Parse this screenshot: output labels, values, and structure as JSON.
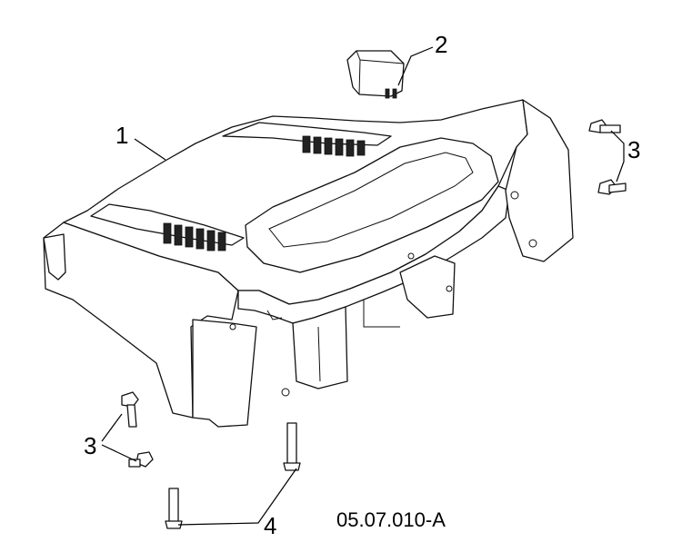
{
  "diagram": {
    "callouts": {
      "part_1": "1",
      "part_2": "2",
      "part_3_right": "3",
      "part_3_left": "3",
      "part_4": "4"
    },
    "figure_id": "05.07.010-A"
  }
}
